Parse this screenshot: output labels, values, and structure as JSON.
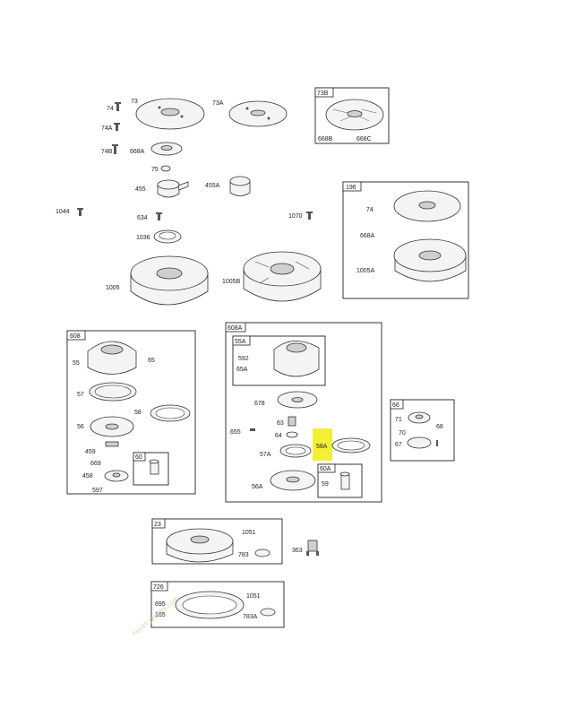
{
  "highlight_color": "#f3ef37",
  "watermark": {
    "text": "Forêt-jardin.com",
    "color": "#b9d98a"
  },
  "labels": {
    "p74": "74",
    "p73": "73",
    "p73A": "73A",
    "p74A": "74A",
    "p668A": "668A",
    "p74B": "74B",
    "p75": "75",
    "p455": "455",
    "p455A": "455A",
    "p1044": "1044",
    "p634": "634",
    "p1070": "1070",
    "p1036": "1036",
    "p1005": "1005",
    "p1005B": "1005B",
    "b73B": "73B",
    "p668B": "668B",
    "p668C": "668C",
    "b196": "196",
    "p74_196": "74",
    "p668A_196": "668A",
    "p1005A": "1005A",
    "b608": "608",
    "p55": "55",
    "p65": "65",
    "p57": "57",
    "p56": "56",
    "p58": "58",
    "p459": "459",
    "p669": "669",
    "p458": "458",
    "p597": "597",
    "b60": "60",
    "b608A": "608A",
    "b55A": "55A",
    "p592": "592",
    "p65A": "65A",
    "p678": "678",
    "p63": "63",
    "p655": "655",
    "p64": "64",
    "p57A": "57A",
    "p58A": "58A",
    "p56A": "56A",
    "b60A": "60A",
    "p59": "59",
    "b66": "66",
    "p71": "71",
    "p70": "70",
    "p68": "68",
    "p67": "67",
    "b23": "23",
    "p1051": "1051",
    "p783": "783",
    "p363": "363",
    "b726": "726",
    "p695": "695",
    "p165": "165",
    "p1051b": "1051",
    "p783A": "783A"
  }
}
